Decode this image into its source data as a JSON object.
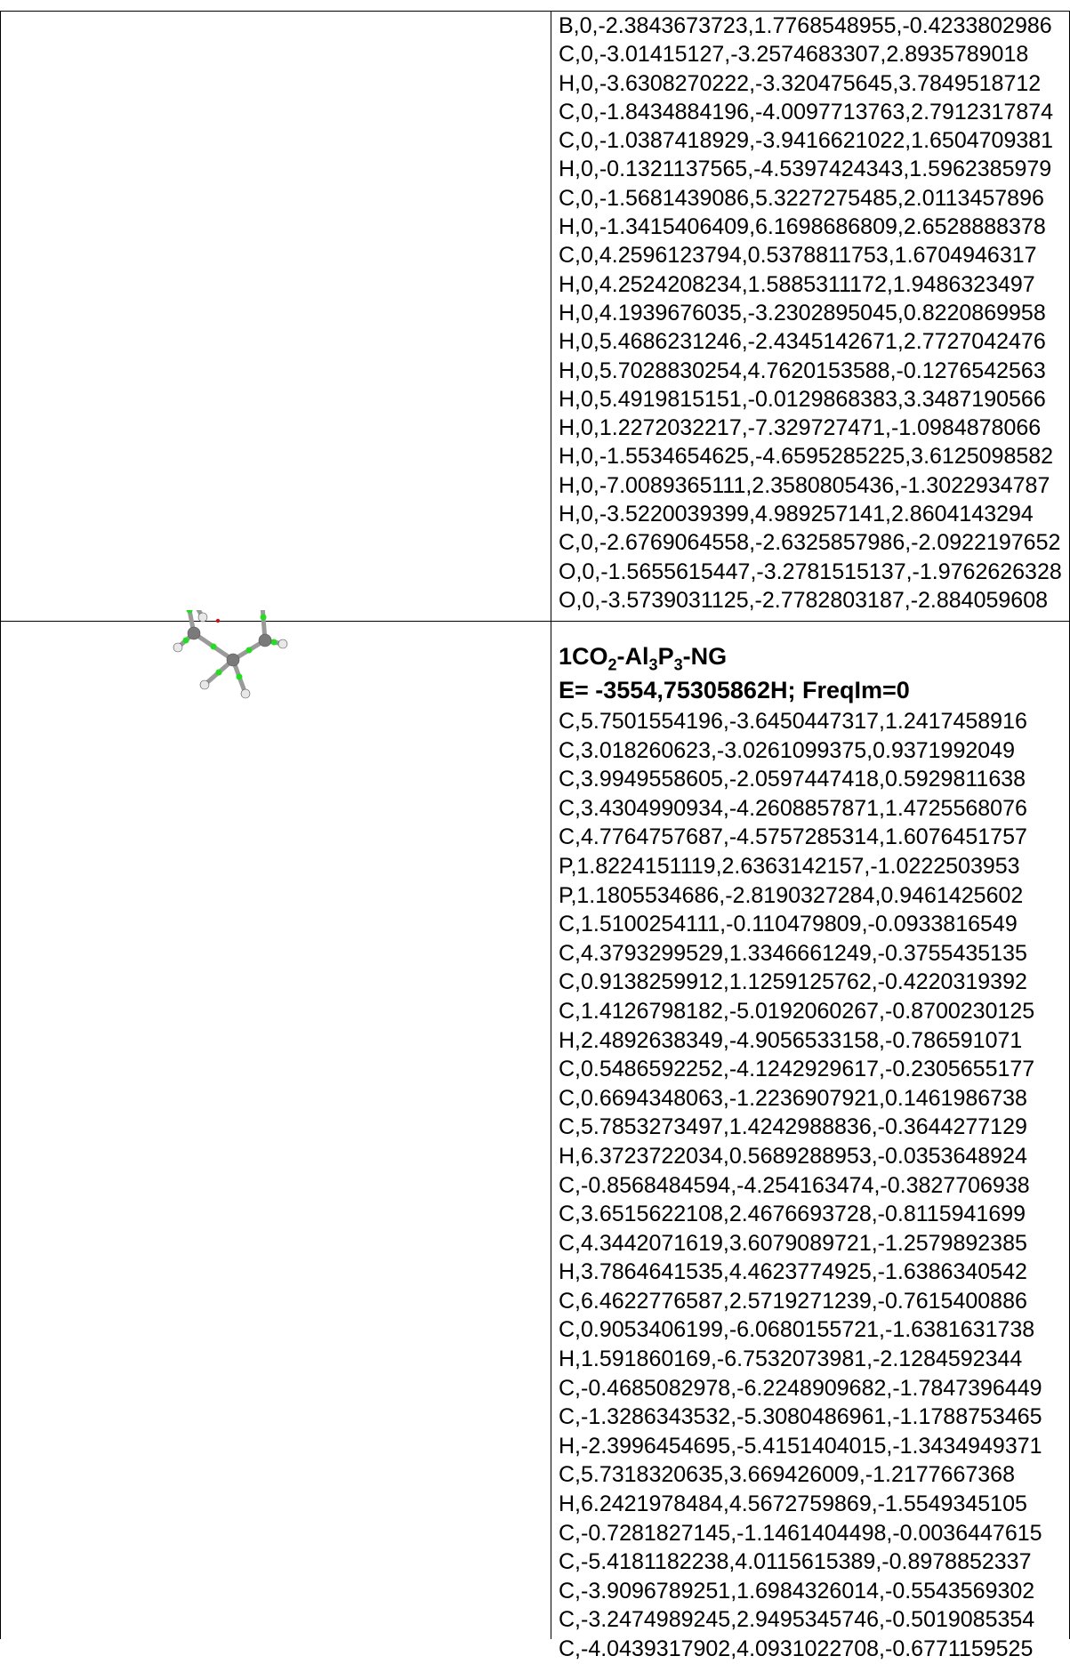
{
  "table": {
    "top_cell_lines": [
      "B,0,-2.3843673723,1.7768548955,-0.4233802986",
      "C,0,-3.01415127,-3.2574683307,2.8935789018",
      "H,0,-3.6308270222,-3.320475645,3.7849518712",
      "C,0,-1.8434884196,-4.0097713763,2.7912317874",
      "C,0,-1.0387418929,-3.9416621022,1.6504709381",
      "H,0,-0.1321137565,-4.5397424343,1.5962385979",
      "C,0,-1.5681439086,5.3227275485,2.0113457896",
      "H,0,-1.3415406409,6.1698686809,2.6528888378",
      "C,0,4.2596123794,0.5378811753,1.6704946317",
      "H,0,4.2524208234,1.5885311172,1.9486323497",
      "H,0,4.1939676035,-3.2302895045,0.8220869958",
      "H,0,5.4686231246,-2.4345142671,2.7727042476",
      "H,0,5.7028830254,4.7620153588,-0.1276542563",
      "H,0,5.4919815151,-0.0129868383,3.3487190566",
      "H,0,1.2272032217,-7.329727471,-1.0984878066",
      "H,0,-1.5534654625,-4.6595285225,3.6125098582",
      "H,0,-7.0089365111,2.3580805436,-1.3022934787",
      "H,0,-3.5220039399,4.989257141,2.8604143294",
      "C,0,-2.6769064558,-2.6325857986,-2.0922197652",
      "O,0,-1.5655615447,-3.2781515137,-1.9762626328",
      "O,0,-3.5739031125,-2.7782803187,-2.884059608"
    ],
    "entry": {
      "title_prefix": "1CO",
      "title_sub1": "2",
      "title_mid1": "-Al",
      "title_sub2": "3",
      "title_mid2": "P",
      "title_sub3": "3",
      "title_suffix": "-NG",
      "energy_line": "E= -3554,75305862H; FreqIm=0",
      "lines": [
        "C,5.7501554196,-3.6450447317,1.2417458916",
        "C,3.018260623,-3.0261099375,0.9371992049",
        "C,3.9949558605,-2.0597447418,0.5929811638",
        "C,3.4304990934,-4.2608857871,1.4725568076",
        "C,4.7764757687,-4.5757285314,1.6076451757",
        "P,1.8224151119,2.6363142157,-1.0222503953",
        "P,1.1805534686,-2.8190327284,0.9461425602",
        "C,1.5100254111,-0.110479809,-0.0933816549",
        "C,4.3793299529,1.3346661249,-0.3755435135",
        "C,0.9138259912,1.1259125762,-0.4220319392",
        "C,1.4126798182,-5.0192060267,-0.8700230125",
        "H,2.4892638349,-4.9056533158,-0.786591071",
        "C,0.5486592252,-4.1242929617,-0.2305655177",
        "C,0.6694348063,-1.2236907921,0.1461986738",
        "C,5.7853273497,1.4242988836,-0.3644277129",
        "H,6.3723722034,0.5689288953,-0.0353648924",
        "C,-0.8568484594,-4.254163474,-0.3827706938",
        "C,3.6515622108,2.4676693728,-0.8115941699",
        "C,4.3442071619,3.6079089721,-1.2579892385",
        "H,3.7864641535,4.4623774925,-1.6386340542",
        "C,6.4622776587,2.5719271239,-0.7615400886",
        "C,0.9053406199,-6.0680155721,-1.6381631738",
        "H,1.591860169,-6.7532073981,-2.1284592344",
        "C,-0.4685082978,-6.2248909682,-1.7847396449",
        "C,-1.3286343532,-5.3080486961,-1.1788753465",
        "H,-2.3996454695,-5.4151404015,-1.3434949371",
        "C,5.7318320635,3.669426009,-1.2177667368",
        "H,6.2421978484,4.5672759869,-1.5549345105",
        "C,-0.7281827145,-1.1461404498,-0.0036447615",
        "C,-5.4181182238,4.0115615389,-0.8978852337",
        "C,-3.9096789251,1.6984326014,-0.5543569302",
        "C,-3.2474989245,2.9495345746,-0.5019085354",
        "C,-4.0439317902,4.0931022708,-0.6771159525"
      ]
    }
  },
  "colors": {
    "carbon": "#7a7a7a",
    "hydrogen": "#e8e8e8",
    "phosphorus": "#e8891e",
    "aluminum": "#c9b0b0",
    "oxygen": "#e01010",
    "critical_point": "#22dd22",
    "ring_point": "#cc1111"
  }
}
